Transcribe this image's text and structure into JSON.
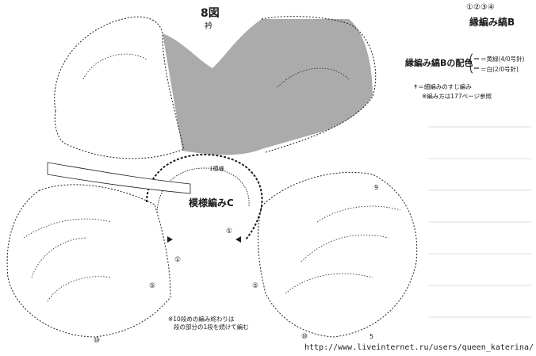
{
  "figure": {
    "title": "8図",
    "subtitle": "衿",
    "stitch_pattern_label": "模様編みC",
    "row_one_label": "1模様"
  },
  "legend": {
    "badges": "①②③④",
    "heading": "縁編み縞B",
    "scheme_label": "縁編み縞Bの配色",
    "scheme_line_1": "＝黄緑(4/0号針)",
    "scheme_line_2": "＝白(2/0号針)",
    "symbol_note": "↟＝細編みのすじ編み",
    "reference_note": "※編み方は177ページ参照"
  },
  "notes": {
    "bottom_line_1": "※10段めの編み終わりは",
    "bottom_line_2": "段の部分の1段を続けて編む"
  },
  "row_markers": {
    "nine": "9",
    "five_right": "5",
    "one_left_circle": "①",
    "one_right_circle": "①",
    "five_left_circle": "⑤",
    "five_right_circle": "⑤",
    "ten_left_circle": "⑩",
    "ten_right_circle": "⑩"
  },
  "watermark": "http://www.liveinternet.ru/users/queen_katerina/",
  "colors": {
    "shaded_panel": "#a7a7a7",
    "line": "#1f1f1f",
    "background": "#ffffff"
  }
}
